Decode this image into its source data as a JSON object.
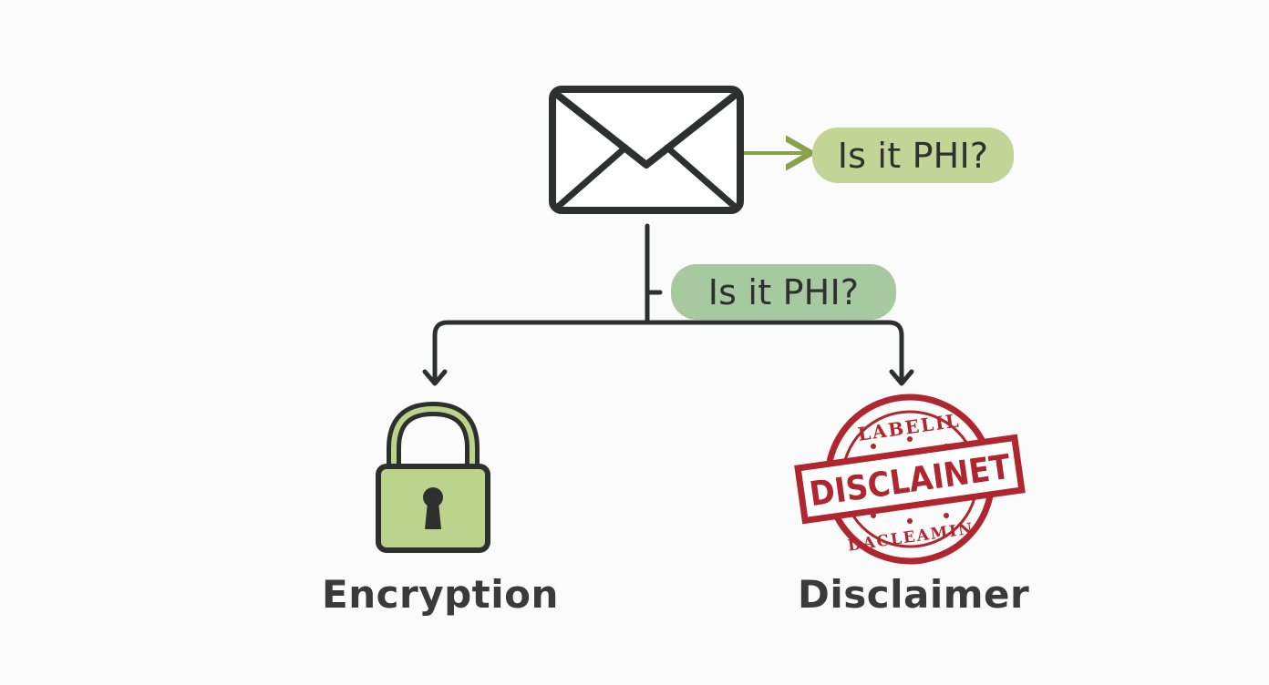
{
  "question_top": "Is it PHI?",
  "question_branch": "Is it PHI?",
  "outcomes": {
    "left": "Encryption",
    "right": "Disclaimer"
  },
  "stamp": {
    "top_text": "LABELIL",
    "banner_text": "DISCLAINET",
    "bottom_text": "DACLEAMIN",
    "color": "#b0262e"
  },
  "icons": [
    "envelope-icon",
    "padlock-icon",
    "stamp-icon"
  ],
  "colors": {
    "lock_fill": "#bcd38c",
    "pill_top": "#c2d496",
    "pill_branch": "#a7c9a0",
    "stroke": "#2e2f2f",
    "arrow_green": "#8aa04a"
  }
}
